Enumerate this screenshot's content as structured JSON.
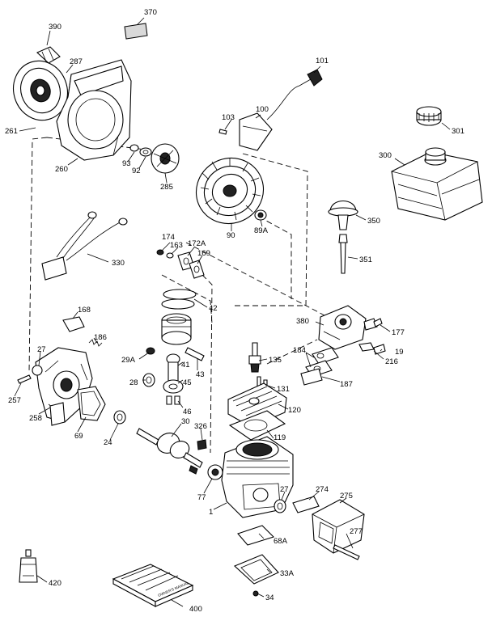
{
  "labels": {
    "p370": "370",
    "p390": "390",
    "p287": "287",
    "p261": "261",
    "p260": "260",
    "p93": "93",
    "p92": "92",
    "p285": "285",
    "p101": "101",
    "p100": "100",
    "p103": "103",
    "p301": "301",
    "p300": "300",
    "p89A": "89A",
    "p90": "90",
    "p350": "350",
    "p351": "351",
    "p330": "330",
    "p174": "174",
    "p163": "163",
    "p172A": "172A",
    "p169": "169",
    "p42": "42",
    "p380": "380",
    "p177": "177",
    "p19": "19",
    "p216": "216",
    "p168": "168",
    "p186": "186",
    "p27a": "27",
    "p184": "184",
    "p187": "187",
    "p135": "135",
    "p29A": "29A",
    "p43": "43",
    "p41": "41",
    "p28": "28",
    "p45": "45",
    "p46": "46",
    "p131": "131",
    "p257": "257",
    "p258": "258",
    "p120": "120",
    "p69": "69",
    "p24": "24",
    "p30": "30",
    "p326": "326",
    "p119": "119",
    "p77": "77",
    "p27b": "27",
    "p274": "274",
    "p275": "275",
    "p1": "1",
    "p68A": "68A",
    "p277": "277",
    "p33A": "33A",
    "p420": "420",
    "p400": "400",
    "p34": "34"
  },
  "manual_cover_text": "OWNER'S MANUAL"
}
